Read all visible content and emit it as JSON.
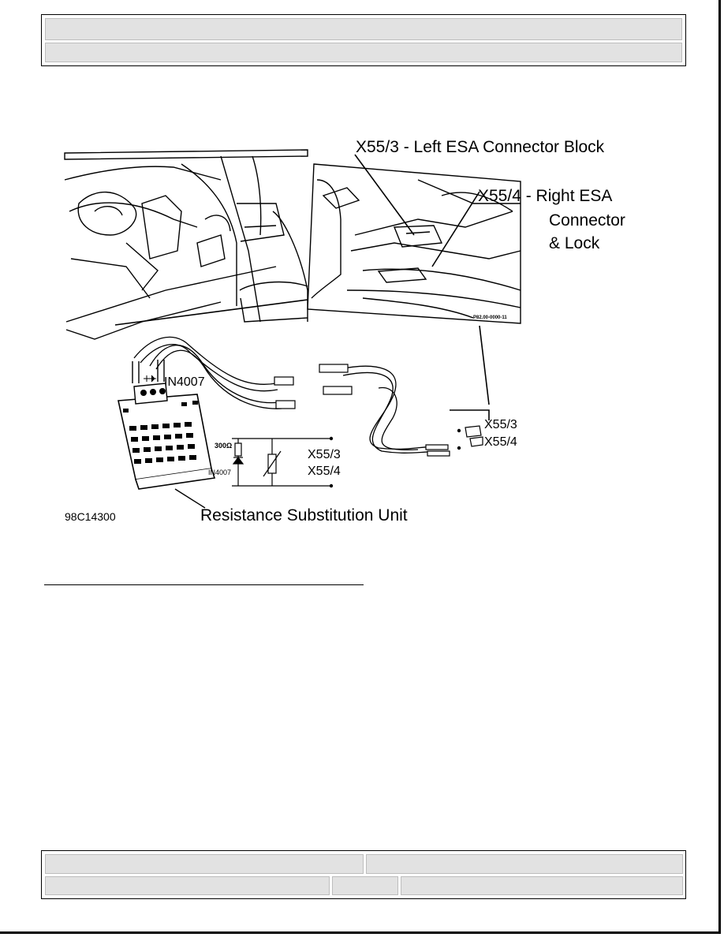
{
  "header": {
    "row1": "",
    "row2": ""
  },
  "figure": {
    "label_x553_block": "X55/3 - Left ESA Connector Block",
    "label_x554_line1": "X55/4 - Right ESA",
    "label_x554_line2": "Connector",
    "label_x554_line3": "& Lock",
    "label_diode_top": "IN4007",
    "label_resistor": "300Ω",
    "label_diode_schematic": "IN4007",
    "label_schem_x553": "X55/3",
    "label_schem_x554": "X55/4",
    "label_conn_x553": "X55/3",
    "label_conn_x554": "X55/4",
    "label_figure_code": "98C14300",
    "label_unit": "Resistance Substitution Unit",
    "label_photo_code": "P82.00-0000-11"
  },
  "footer": {
    "left_top": "",
    "right_top": "",
    "left_bottom": "",
    "mid_bottom": "",
    "right_bottom": ""
  }
}
